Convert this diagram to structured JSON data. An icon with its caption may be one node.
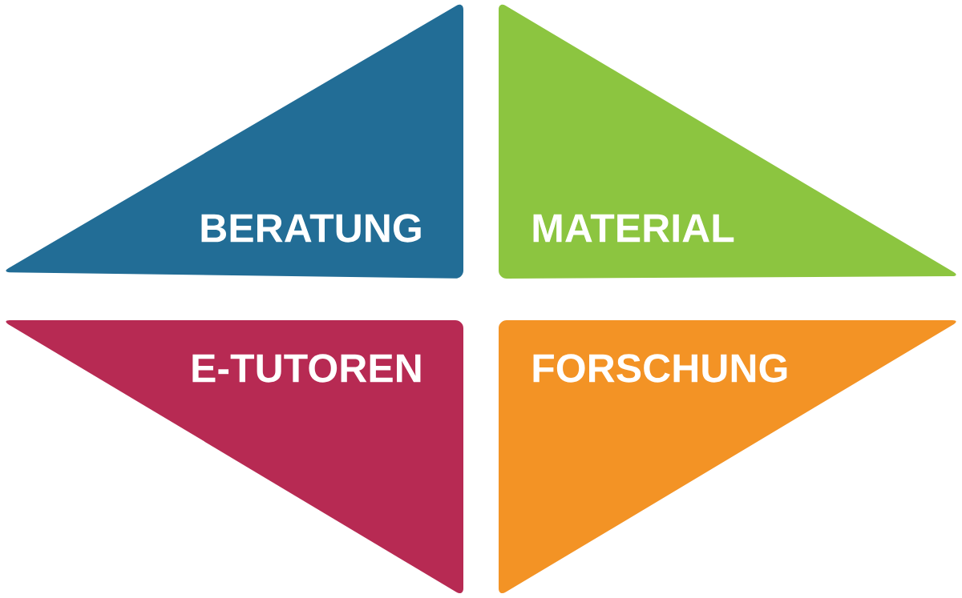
{
  "diagram": {
    "nodes": [
      {
        "text": [
          "BERATUNG"
        ]
      },
      {
        "text": [
          "MATERIAL"
        ]
      },
      {
        "text": [
          "E-TUTOREN"
        ]
      },
      {
        "text": [
          "FORSCHUNG"
        ]
      }
    ]
  }
}
